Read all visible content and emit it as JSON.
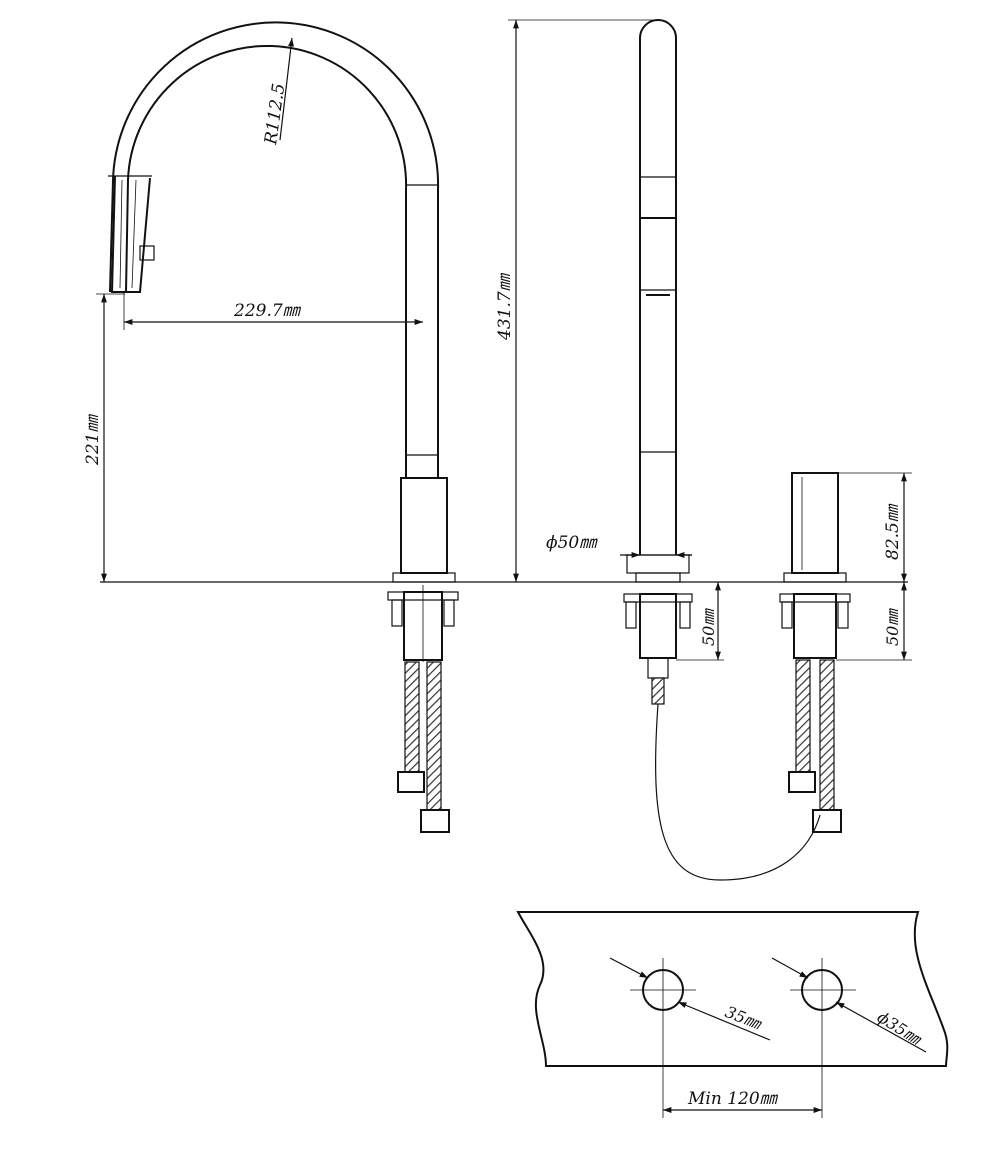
{
  "dimensions": {
    "radius": "R112.5",
    "reach": "229.7㎜",
    "spout_height": "221㎜",
    "total_height": "431.7㎜",
    "base_diameter": "ϕ50㎜",
    "handle_height": "82.5㎜",
    "shank_left": "50㎜",
    "shank_right": "50㎜",
    "hole_left": "35㎜",
    "hole_right": "ϕ35㎜",
    "min_spacing": "Min 120㎜"
  }
}
